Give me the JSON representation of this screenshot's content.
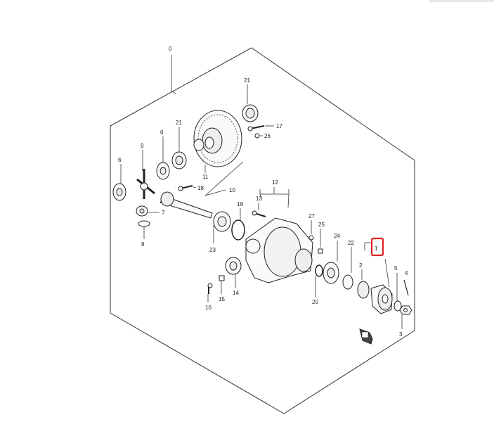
{
  "diagram": {
    "labels": {
      "l0": "0",
      "l1": "1",
      "l2": "2",
      "l3": "3",
      "l4": "4",
      "l5": "5",
      "l6": "6",
      "l6b": "6",
      "l7": "7",
      "l8": "8",
      "l9": "9",
      "l10": "10",
      "l11": "11",
      "l12": "12",
      "l13": "13",
      "l14": "14",
      "l15": "15",
      "l16": "16",
      "l17": "17",
      "l18": "18",
      "l19": "19",
      "l20": "20",
      "l21a": "21",
      "l21b": "21",
      "l22": "22",
      "l23": "23",
      "l24": "24",
      "l25": "25",
      "l26": "26",
      "l27": "27"
    },
    "highlight_color": "#e02020",
    "highlighted_part": "1"
  }
}
